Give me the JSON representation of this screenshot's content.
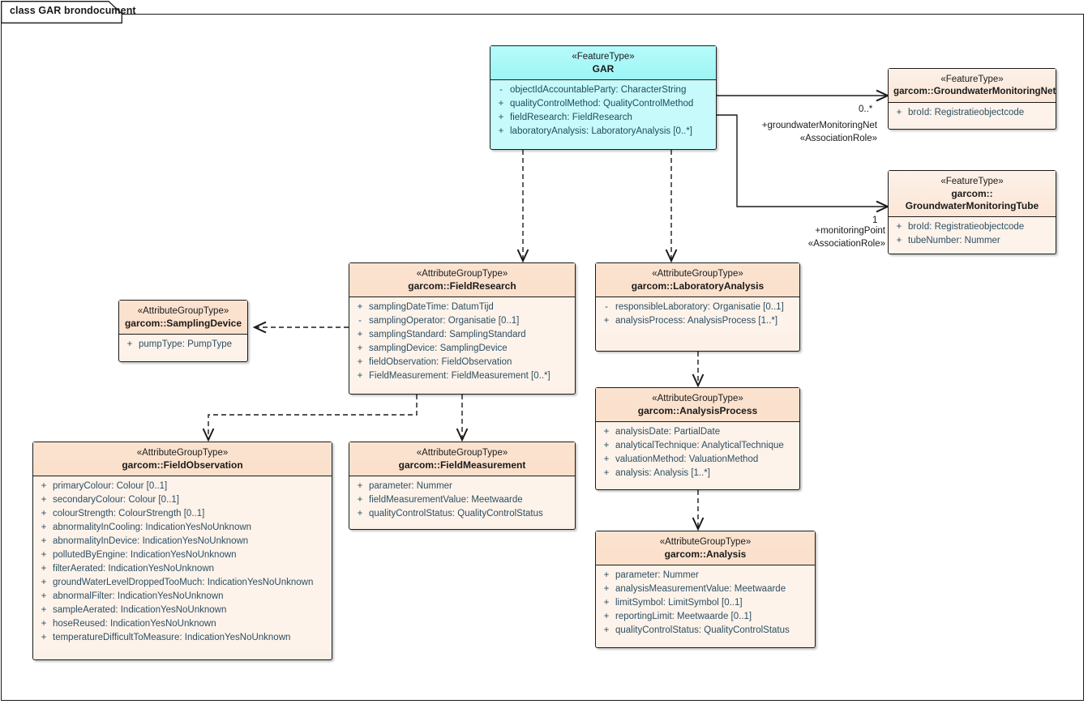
{
  "diagram": {
    "tab_label": "class GAR brondocument",
    "colors": {
      "featuretype_fill": "#fbe6d6",
      "gar_fill": "#b6fbfb",
      "attributegrouptype_fill": "#fbe3d0",
      "border": "#1a1a1a",
      "attribute_text": "#2d4f63"
    }
  },
  "classes": [
    {
      "id": "gar",
      "stereotype": "«FeatureType»",
      "name": "GAR",
      "name_line2": "",
      "attributes": [
        {
          "visibility": "-",
          "text": "objectIdAccountableParty: CharacterString"
        },
        {
          "visibility": "+",
          "text": "qualityControlMethod: QualityControlMethod"
        },
        {
          "visibility": "+",
          "text": "fieldResearch: FieldResearch"
        },
        {
          "visibility": "+",
          "text": "laboratoryAnalysis: LaboratoryAnalysis [0..*]"
        }
      ]
    },
    {
      "id": "gwmnet",
      "stereotype": "«FeatureType»",
      "name": "garcom::GroundwaterMonitoringNet",
      "name_line2": "",
      "attributes": [
        {
          "visibility": "+",
          "text": "broId: Registratieobjectcode"
        }
      ]
    },
    {
      "id": "gwmtube",
      "stereotype": "«FeatureType»",
      "name": "garcom::",
      "name_line2": "GroundwaterMonitoringTube",
      "attributes": [
        {
          "visibility": "+",
          "text": "broId: Registratieobjectcode"
        },
        {
          "visibility": "+",
          "text": "tubeNumber: Nummer"
        }
      ]
    },
    {
      "id": "fieldresearch",
      "stereotype": "«AttributeGroupType»",
      "name": "garcom::FieldResearch",
      "name_line2": "",
      "attributes": [
        {
          "visibility": "+",
          "text": "samplingDateTime: DatumTijd"
        },
        {
          "visibility": "-",
          "text": "samplingOperator: Organisatie [0..1]"
        },
        {
          "visibility": "+",
          "text": "samplingStandard: SamplingStandard"
        },
        {
          "visibility": "+",
          "text": "samplingDevice: SamplingDevice"
        },
        {
          "visibility": "+",
          "text": "fieldObservation: FieldObservation"
        },
        {
          "visibility": "+",
          "text": "FieldMeasurement: FieldMeasurement [0..*]"
        }
      ]
    },
    {
      "id": "labanalysis",
      "stereotype": "«AttributeGroupType»",
      "name": "garcom::LaboratoryAnalysis",
      "name_line2": "",
      "attributes": [
        {
          "visibility": "-",
          "text": "responsibleLaboratory: Organisatie [0..1]"
        },
        {
          "visibility": "+",
          "text": "analysisProcess: AnalysisProcess [1..*]"
        }
      ]
    },
    {
      "id": "samplingdevice",
      "stereotype": "«AttributeGroupType»",
      "name": "garcom::SamplingDevice",
      "name_line2": "",
      "attributes": [
        {
          "visibility": "+",
          "text": "pumpType: PumpType"
        }
      ]
    },
    {
      "id": "analysisprocess",
      "stereotype": "«AttributeGroupType»",
      "name": "garcom::AnalysisProcess",
      "name_line2": "",
      "attributes": [
        {
          "visibility": "+",
          "text": "analysisDate: PartialDate"
        },
        {
          "visibility": "+",
          "text": "analyticalTechnique: AnalyticalTechnique"
        },
        {
          "visibility": "+",
          "text": "valuationMethod: ValuationMethod"
        },
        {
          "visibility": "+",
          "text": "analysis: Analysis [1..*]"
        }
      ]
    },
    {
      "id": "fieldobservation",
      "stereotype": "«AttributeGroupType»",
      "name": "garcom::FieldObservation",
      "name_line2": "",
      "attributes": [
        {
          "visibility": "+",
          "text": "primaryColour: Colour [0..1]"
        },
        {
          "visibility": "+",
          "text": "secondaryColour: Colour [0..1]"
        },
        {
          "visibility": "+",
          "text": "colourStrength: ColourStrength [0..1]"
        },
        {
          "visibility": "+",
          "text": "abnormalityInCooling: IndicationYesNoUnknown"
        },
        {
          "visibility": "+",
          "text": "abnormalityInDevice: IndicationYesNoUnknown"
        },
        {
          "visibility": "+",
          "text": "pollutedByEngine: IndicationYesNoUnknown"
        },
        {
          "visibility": "+",
          "text": "filterAerated: IndicationYesNoUnknown"
        },
        {
          "visibility": "+",
          "text": "groundWaterLevelDroppedTooMuch: IndicationYesNoUnknown"
        },
        {
          "visibility": "+",
          "text": "abnormalFilter: IndicationYesNoUnknown"
        },
        {
          "visibility": "+",
          "text": "sampleAerated: IndicationYesNoUnknown"
        },
        {
          "visibility": "+",
          "text": "hoseReused: IndicationYesNoUnknown"
        },
        {
          "visibility": "+",
          "text": "temperatureDifficultToMeasure: IndicationYesNoUnknown"
        }
      ]
    },
    {
      "id": "fieldmeasurement",
      "stereotype": "«AttributeGroupType»",
      "name": "garcom::FieldMeasurement",
      "name_line2": "",
      "attributes": [
        {
          "visibility": "+",
          "text": "parameter: Nummer"
        },
        {
          "visibility": "+",
          "text": "fieldMeasurementValue: Meetwaarde"
        },
        {
          "visibility": "+",
          "text": "qualityControlStatus: QualityControlStatus"
        }
      ]
    },
    {
      "id": "analysis",
      "stereotype": "«AttributeGroupType»",
      "name": "garcom::Analysis",
      "name_line2": "",
      "attributes": [
        {
          "visibility": "+",
          "text": "parameter: Nummer"
        },
        {
          "visibility": "+",
          "text": "analysisMeasurementValue: Meetwaarde"
        },
        {
          "visibility": "+",
          "text": "limitSymbol: LimitSymbol [0..1]"
        },
        {
          "visibility": "+",
          "text": "reportingLimit: Meetwaarde [0..1]"
        },
        {
          "visibility": "+",
          "text": "qualityControlStatus: QualityControlStatus"
        }
      ]
    }
  ],
  "connectors": [
    {
      "id": "gar-to-gwmnet",
      "kind": "association",
      "multiplicity": "0..*",
      "role": "+groundwaterMonitoringNet",
      "stereotype": "«AssociationRole»"
    },
    {
      "id": "gar-to-gwmtube",
      "kind": "association",
      "multiplicity": "1",
      "role": "+monitoringPoint",
      "stereotype": "«AssociationRole»"
    },
    {
      "id": "gar-to-fieldresearch",
      "kind": "dependency",
      "multiplicity": "",
      "role": "",
      "stereotype": ""
    },
    {
      "id": "gar-to-labanalysis",
      "kind": "dependency",
      "multiplicity": "",
      "role": "",
      "stereotype": ""
    },
    {
      "id": "fieldresearch-to-samplingdevice",
      "kind": "dependency",
      "multiplicity": "",
      "role": "",
      "stereotype": ""
    },
    {
      "id": "fieldresearch-to-fieldobservation",
      "kind": "dependency",
      "multiplicity": "",
      "role": "",
      "stereotype": ""
    },
    {
      "id": "fieldresearch-to-fieldmeasurement",
      "kind": "dependency",
      "multiplicity": "",
      "role": "",
      "stereotype": ""
    },
    {
      "id": "labanalysis-to-analysisprocess",
      "kind": "dependency",
      "multiplicity": "",
      "role": "",
      "stereotype": ""
    },
    {
      "id": "analysisprocess-to-analysis",
      "kind": "dependency",
      "multiplicity": "",
      "role": "",
      "stereotype": ""
    }
  ]
}
